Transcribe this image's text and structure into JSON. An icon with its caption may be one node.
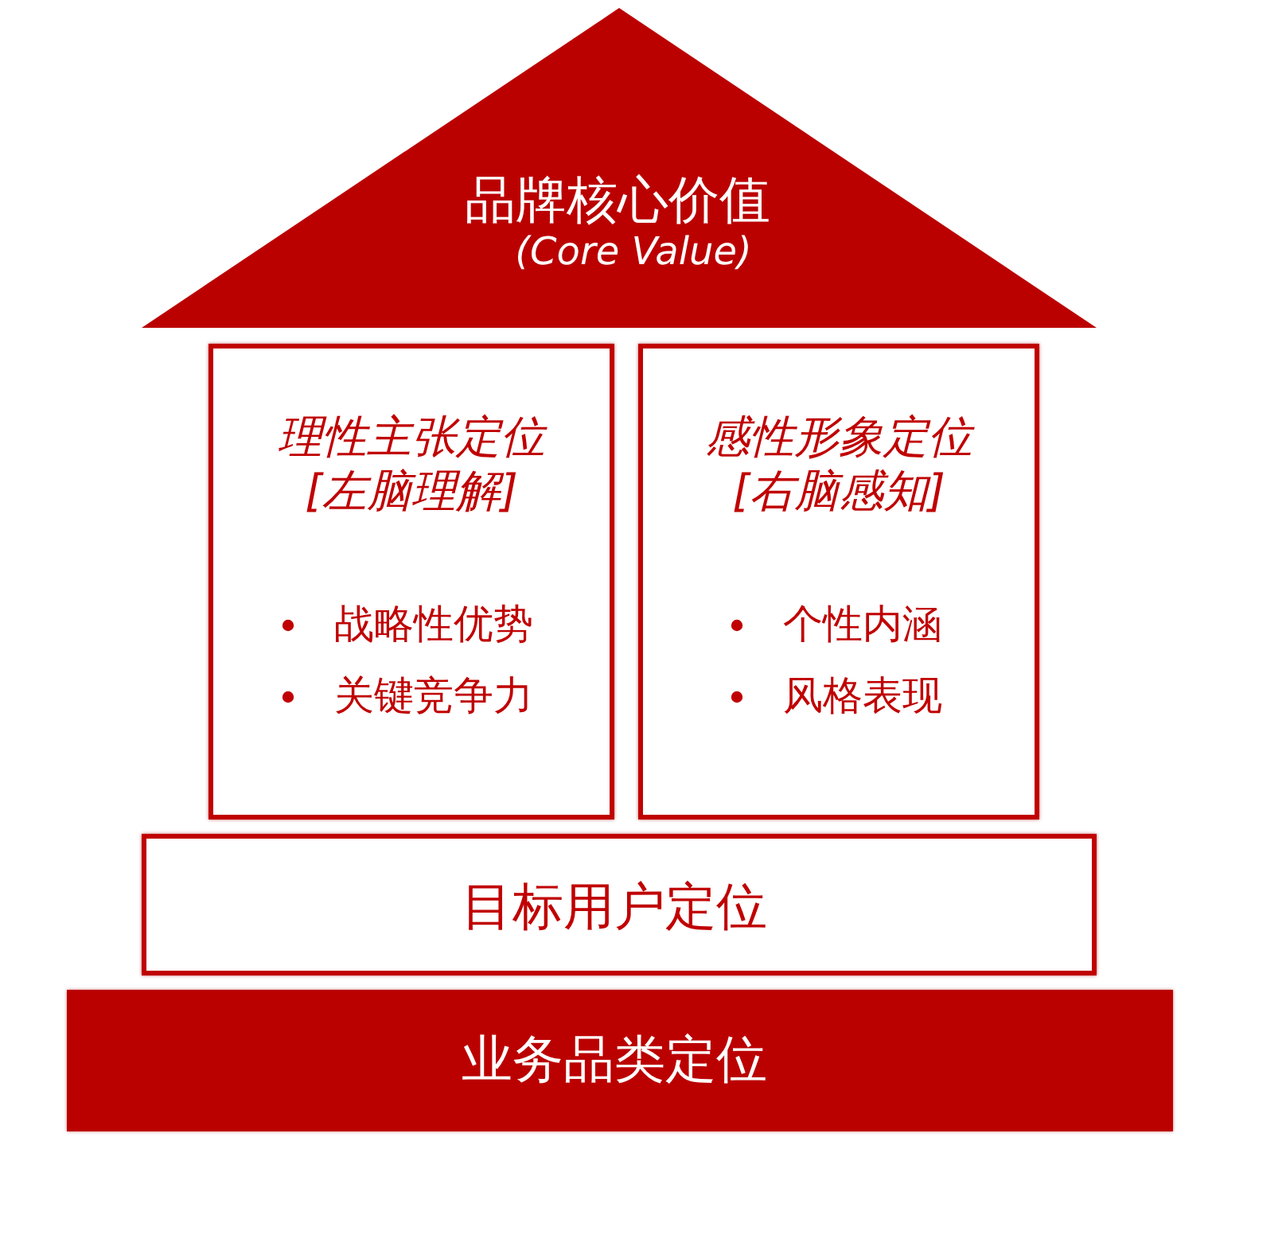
{
  "diagram": {
    "nodes": [
      {
        "text": [
          "品牌核心价值",
          "(Core Value)"
        ]
      },
      {
        "text": [
          "理性主张定位[左脑理解]",
          "战略性优势",
          "关键竞争力"
        ]
      },
      {
        "text": [
          "感性形象定位[右脑感知]",
          "个性内涵",
          "风格表现"
        ]
      },
      {
        "text": [
          "目标用户定位"
        ]
      },
      {
        "text": [
          "业务品类定位"
        ]
      }
    ]
  }
}
